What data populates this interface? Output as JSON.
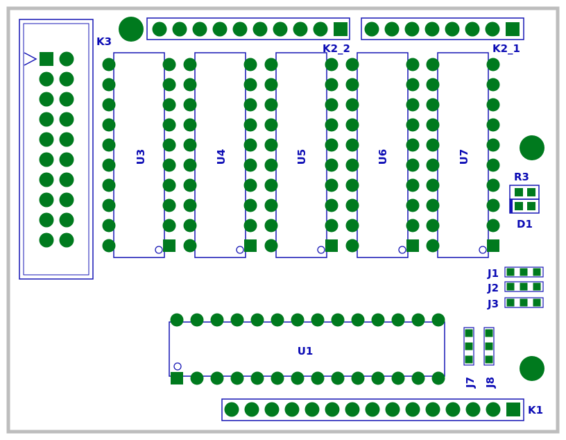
{
  "colors": {
    "frame": "#bdbdbd",
    "outline": "#1414b4",
    "pad": "#007a1e",
    "label": "#0a0ab4",
    "background": "#ffffff"
  },
  "labels": {
    "K3": "K3",
    "K2_2": "K2_2",
    "K2_1": "K2_1",
    "K1": "K1",
    "U3": "U3",
    "U4": "U4",
    "U5": "U5",
    "U6": "U6",
    "U7": "U7",
    "U1": "U1",
    "R3": "R3",
    "D1": "D1",
    "J1": "J1",
    "J2": "J2",
    "J3": "J3",
    "J7": "J7",
    "J8": "J8"
  }
}
